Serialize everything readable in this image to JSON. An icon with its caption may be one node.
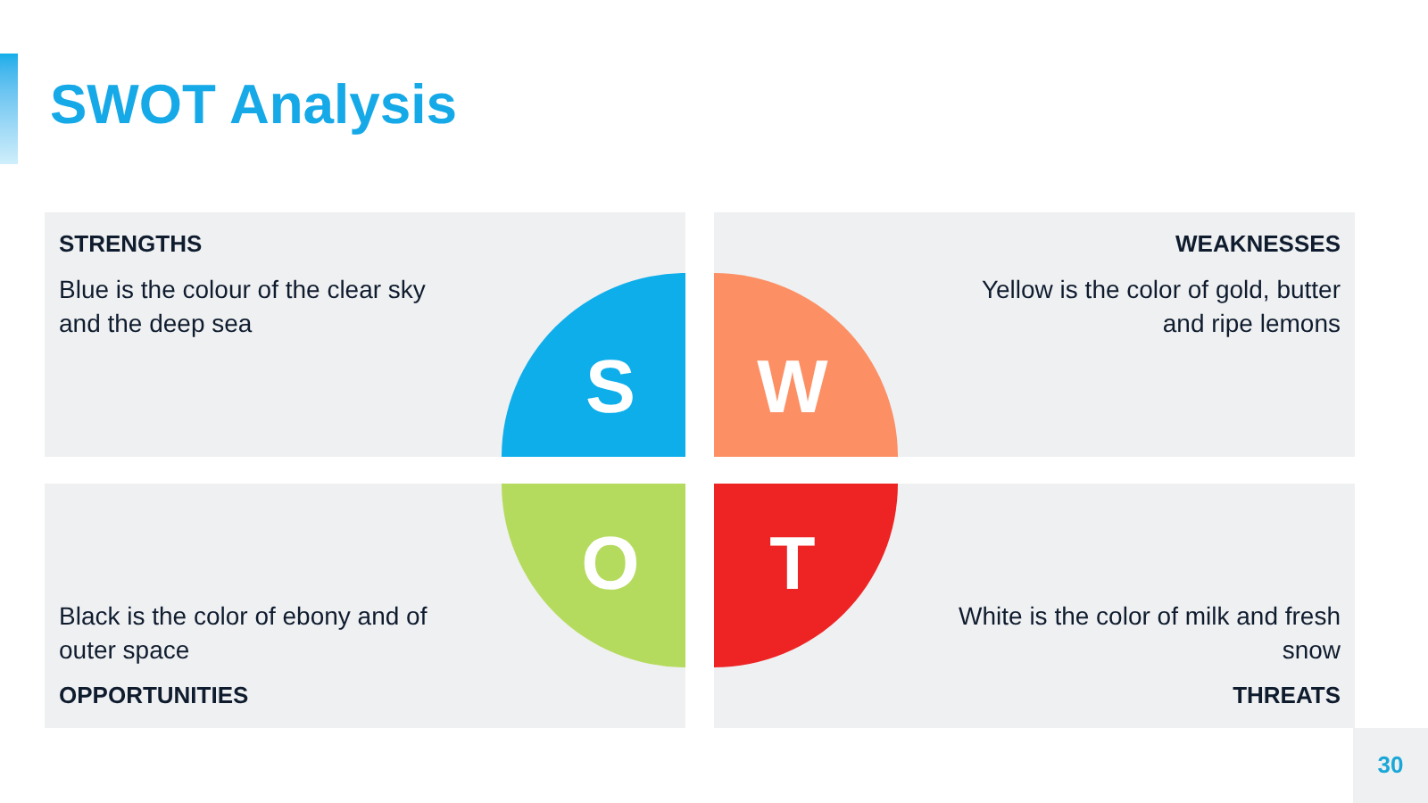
{
  "diagram": {
    "title": "SWOT Analysis",
    "nodes": [
      {
        "text": [
          "STRENGTHS",
          "Blue is the colour of the clear sky and the deep sea"
        ]
      },
      {
        "text": [
          "S"
        ],
        "in": 0
      },
      {
        "text": [
          "WEAKNESSES",
          "Yellow is the color of gold, butter and ripe lemons"
        ]
      },
      {
        "text": [
          "W"
        ],
        "in": 2
      },
      {
        "text": [
          "Black is the color of ebony and of outer space",
          "OPPORTUNITIES"
        ]
      },
      {
        "text": [
          "O"
        ],
        "in": 4
      },
      {
        "text": [
          "White is the color of milk and fresh snow",
          "THREATS"
        ]
      },
      {
        "text": [
          "T"
        ],
        "in": 6
      }
    ],
    "edges": [],
    "labels": [
      "30"
    ]
  }
}
